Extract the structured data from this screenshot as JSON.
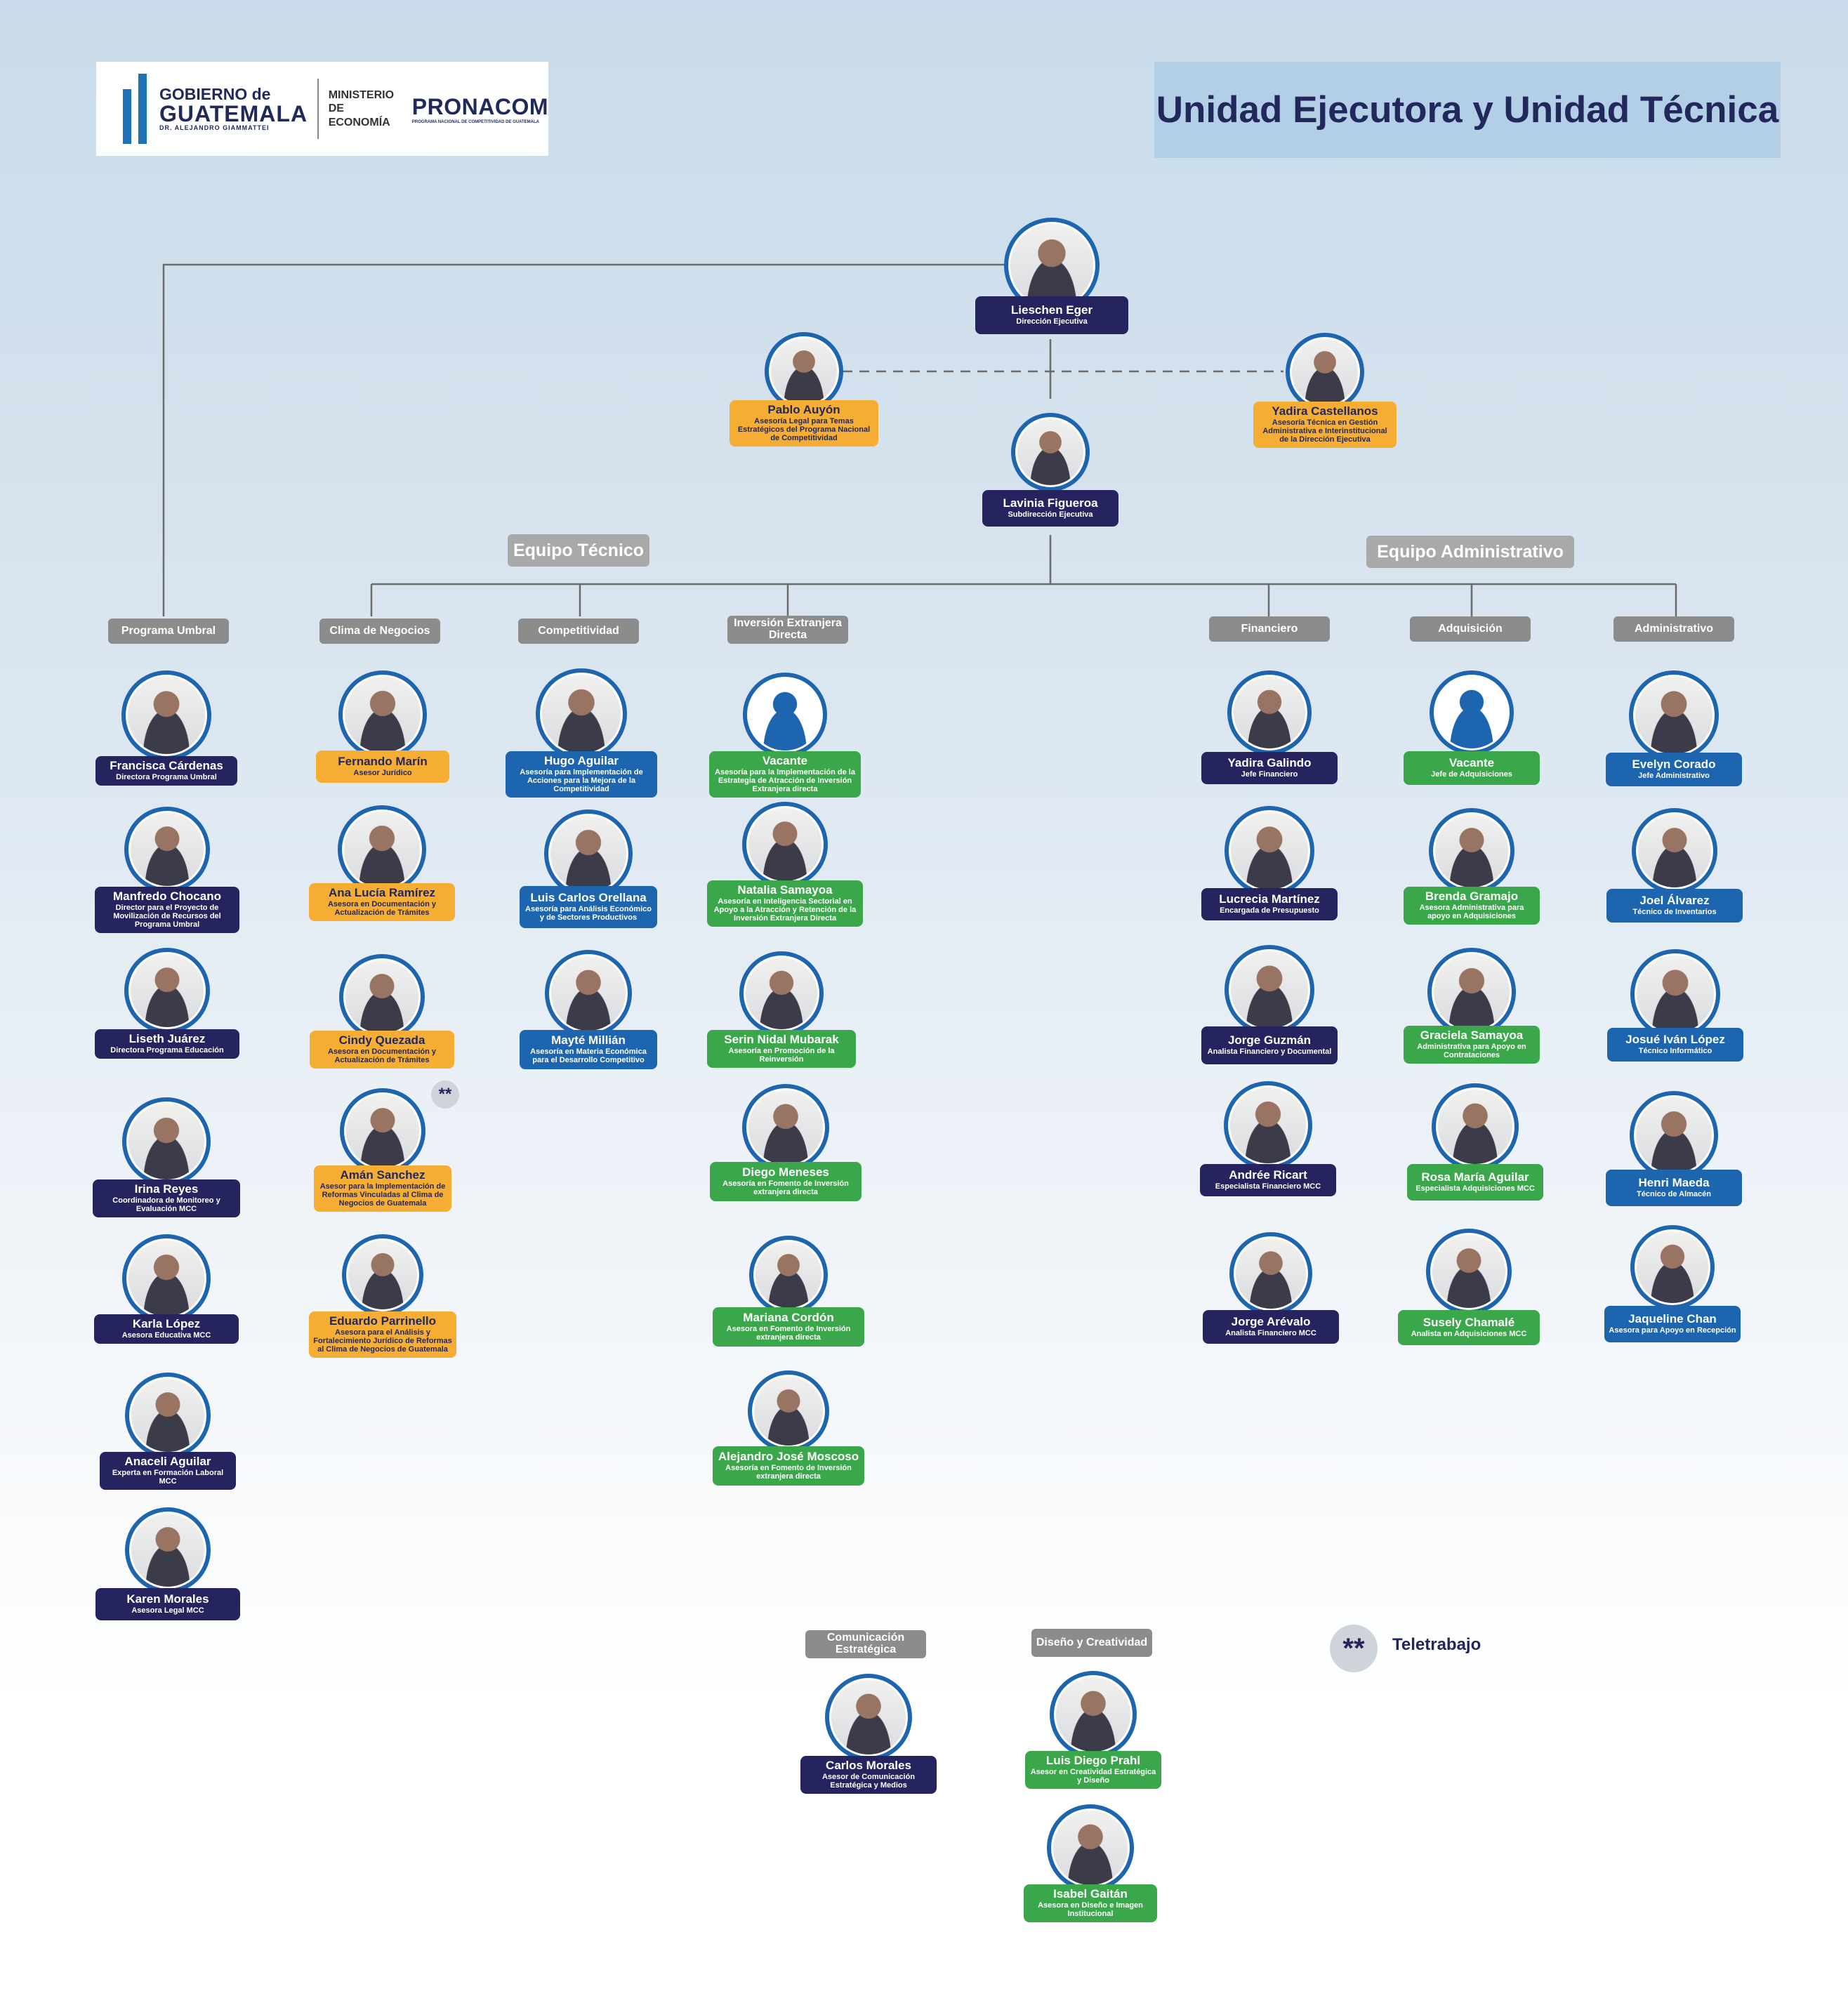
{
  "logo": {
    "gobierno_line1": "GOBIERNO de",
    "gobierno_line2": "GUATEMALA",
    "gobierno_line3": "DR. ALEJANDRO GIAMMATTEI",
    "ministerio": "MINISTERIO DE ECONOMÍA",
    "pronacom": "PRONACOM",
    "pronacom_sub": "PROGRAMA NACIONAL DE COMPETITIVIDAD DE GUATEMALA"
  },
  "title": "Unidad Ejecutora y Unidad Técnica",
  "teams": {
    "tecnico": "Equipo Técnico",
    "administrativo": "Equipo Administrativo"
  },
  "departments": [
    "Programa Umbral",
    "Clima de Negocios",
    "Competitividad",
    "Inversión Extranjera Directa",
    "Financiero",
    "Adquisición",
    "Administrativo",
    "Comunicación Estratégica",
    "Diseño y Creatividad"
  ],
  "legend": {
    "badge": "**",
    "label": "Teletrabajo"
  },
  "colors": {
    "navy": "#26245e",
    "orange": "#f6ad33",
    "blue": "#1d65ae",
    "green": "#3aa74a",
    "pill": "#8c8c8c"
  },
  "people": [
    {
      "name": "Lieschen Eger",
      "role": "Dirección Ejecutiva"
    },
    {
      "name": "Pablo Auyón",
      "role": "Asesoría Legal para Temas Estratégicos del Programa Nacional de Competitividad"
    },
    {
      "name": "Yadira Castellanos",
      "role": "Asesoría Técnica en Gestión Administrativa e Interinstitucional de la Dirección Ejecutiva"
    },
    {
      "name": "Lavinia Figueroa",
      "role": "Subdirección Ejecutiva"
    },
    {
      "name": "Francisca Cárdenas",
      "role": "Directora Programa Umbral"
    },
    {
      "name": "Manfredo Chocano",
      "role": "Director para el Proyecto de Movilización de Recursos del Programa Umbral"
    },
    {
      "name": "Liseth Juárez",
      "role": "Directora Programa Educación"
    },
    {
      "name": "Irina Reyes",
      "role": "Coordinadora de Monitoreo y Evaluación MCC"
    },
    {
      "name": "Karla López",
      "role": "Asesora Educativa MCC"
    },
    {
      "name": "Anaceli Aguilar",
      "role": "Experta en Formación Laboral MCC"
    },
    {
      "name": "Karen Morales",
      "role": "Asesora Legal MCC"
    },
    {
      "name": "Fernando Marín",
      "role": "Asesor Jurídico"
    },
    {
      "name": "Ana Lucía Ramírez",
      "role": "Asesora en Documentación y Actualización de Trámites"
    },
    {
      "name": "Cindy Quezada",
      "role": "Asesora en Documentación y Actualización de Trámites"
    },
    {
      "name": "Amán Sanchez",
      "role": "Asesor para la Implementación de Reformas Vinculadas al Clima de Negocios de Guatemala"
    },
    {
      "name": "Eduardo Parrinello",
      "role": "Asesora para el Análisis y Fortalecimiento Jurídico de Reformas al Clima de Negocios de Guatemala"
    },
    {
      "name": "Hugo Aguilar",
      "role": "Asesoría para Implementación de Acciones para la Mejora de la Competitividad"
    },
    {
      "name": "Luis Carlos Orellana",
      "role": "Asesoría para Análisis Económico y de Sectores Productivos"
    },
    {
      "name": "Mayté Millián",
      "role": "Asesoría en Materia Económica para el Desarrollo Competitivo"
    },
    {
      "name": "Vacante",
      "role": "Asesoría para la Implementación de la Estrategia de Atracción de Inversión Extranjera directa"
    },
    {
      "name": "Natalia Samayoa",
      "role": "Asesoría en Inteligencia Sectorial en Apoyo a la Atracción y Retención de la Inversión Extranjera Directa"
    },
    {
      "name": "Serin Nidal Mubarak",
      "role": "Asesoría en Promoción de la Reinversión"
    },
    {
      "name": "Diego Meneses",
      "role": "Asesoría en Fomento de Inversión extranjera directa"
    },
    {
      "name": "Mariana Cordón",
      "role": "Asesora en Fomento de Inversión extranjera directa"
    },
    {
      "name": "Alejandro José Moscoso",
      "role": "Asesoría en Fomento de Inversión extranjera directa"
    },
    {
      "name": "Yadira Galindo",
      "role": "Jefe Financiero"
    },
    {
      "name": "Lucrecia Martínez",
      "role": "Encargada de Presupuesto"
    },
    {
      "name": "Jorge Guzmán",
      "role": "Analista Financiero y Documental"
    },
    {
      "name": "Andrée Ricart",
      "role": "Especialista Financiero MCC"
    },
    {
      "name": "Jorge Arévalo",
      "role": "Analista Financiero MCC"
    },
    {
      "name": "Vacante",
      "role": "Jefe de Adquisiciones"
    },
    {
      "name": "Brenda Gramajo",
      "role": "Asesora Administrativa para apoyo en Adquisiciones"
    },
    {
      "name": "Graciela Samayoa",
      "role": "Administrativa para Apoyo en Contrataciones"
    },
    {
      "name": "Rosa María Aguilar",
      "role": "Especialista Adquisiciones MCC"
    },
    {
      "name": "Susely Chamalé",
      "role": "Analista en Adquisiciones MCC"
    },
    {
      "name": "Evelyn Corado",
      "role": "Jefe Administrativo"
    },
    {
      "name": "Joel Álvarez",
      "role": "Técnico de Inventarios"
    },
    {
      "name": "Josué Iván López",
      "role": "Técnico Informático"
    },
    {
      "name": "Henri Maeda",
      "role": "Técnico de Almacén"
    },
    {
      "name": "Jaqueline Chan",
      "role": "Asesora para Apoyo en Recepción"
    },
    {
      "name": "Carlos Morales",
      "role": "Asesor de Comunicación Estratégica y Medios"
    },
    {
      "name": "Luis Diego Prahl",
      "role": "Asesor en Creatividad Estratégica y Diseño"
    },
    {
      "name": "Isabel Gaitán",
      "role": "Asesora en Diseño e Imagen Institucional"
    }
  ]
}
